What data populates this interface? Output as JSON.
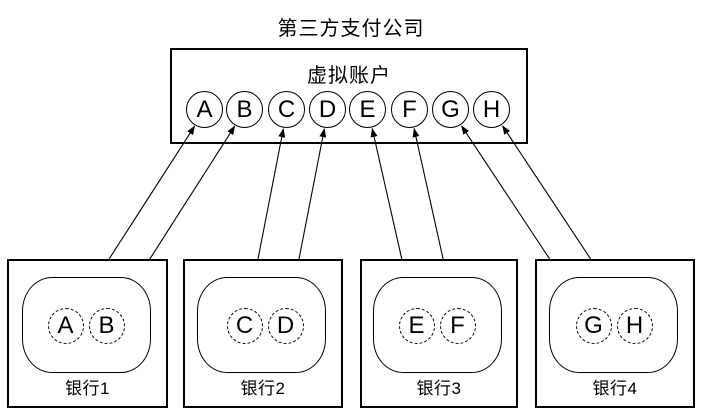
{
  "title": "第三方支付公司",
  "payment_company": {
    "label": "虚拟账户",
    "accounts": [
      "A",
      "B",
      "C",
      "D",
      "E",
      "F",
      "G",
      "H"
    ]
  },
  "banks": [
    {
      "name": "银行1",
      "accounts": [
        "A",
        "B"
      ]
    },
    {
      "name": "银行2",
      "accounts": [
        "C",
        "D"
      ]
    },
    {
      "name": "银行3",
      "accounts": [
        "E",
        "F"
      ]
    },
    {
      "name": "银行4",
      "accounts": [
        "G",
        "H"
      ]
    }
  ],
  "connections": [
    {
      "virtual_account": "A",
      "bank": "银行1",
      "bank_account": "A"
    },
    {
      "virtual_account": "B",
      "bank": "银行1",
      "bank_account": "B"
    },
    {
      "virtual_account": "C",
      "bank": "银行2",
      "bank_account": "C"
    },
    {
      "virtual_account": "D",
      "bank": "银行2",
      "bank_account": "D"
    },
    {
      "virtual_account": "E",
      "bank": "银行3",
      "bank_account": "E"
    },
    {
      "virtual_account": "F",
      "bank": "银行3",
      "bank_account": "F"
    },
    {
      "virtual_account": "G",
      "bank": "银行4",
      "bank_account": "G"
    },
    {
      "virtual_account": "H",
      "bank": "银行4",
      "bank_account": "H"
    }
  ],
  "arrow_style": "double-headed",
  "colors": {
    "line": "#000000",
    "background": "#ffffff"
  }
}
